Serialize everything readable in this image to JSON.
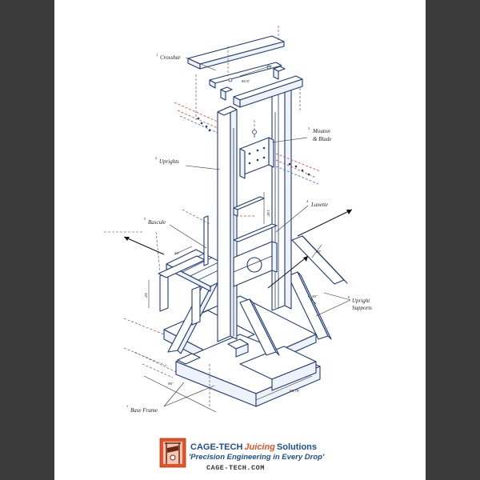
{
  "labels": {
    "crossbar": {
      "num": "1",
      "text": "Crossbar"
    },
    "mouton": {
      "num": "3",
      "text": "Mouton",
      "text2": "& Blade"
    },
    "uprights": {
      "num": "2",
      "text": "Uprights"
    },
    "lunette": {
      "num": "4",
      "text": "Lunette"
    },
    "bascule": {
      "num": "5",
      "text": "Bascule"
    },
    "supports": {
      "num": "6",
      "text": "Upright",
      "text2": "Supports"
    },
    "base": {
      "num": "7",
      "text": "Base Frame"
    }
  },
  "dimensions": {
    "crossbar_width": "60.5\"",
    "upright_height": "144\"",
    "bascule_width": "24\"",
    "bascule_height": "33\"",
    "support_1": "50\"",
    "support_2": "45\"",
    "base_length": "96\"",
    "base_width": "58.75\""
  },
  "brand": {
    "name_part1": "CAGE-TECH",
    "name_part2": "Juicing",
    "name_part3": "Solutions",
    "tagline": "'Precision Engineering in Every Drop'",
    "website": "CAGE-TECH.COM",
    "logo_icon": "guillotine-logo-icon"
  },
  "colors": {
    "line": "#1f3a78",
    "accent_red": "#d9452a",
    "accent_blue": "#3a6fd0",
    "brand_blue": "#1c4f96",
    "brand_orange": "#e3522b"
  }
}
